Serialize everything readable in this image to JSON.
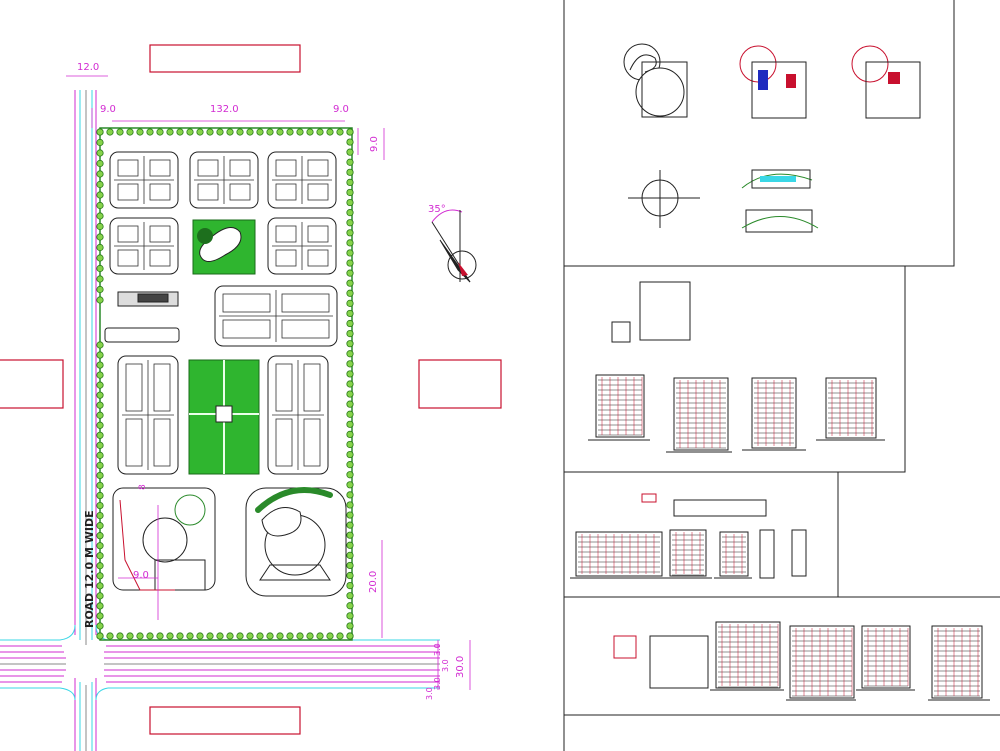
{
  "site_plan": {
    "road_label": "ROAD 12.0 M WIDE",
    "compass_angle": "35°",
    "dimensions": {
      "road_width_top": "12.0",
      "setback_left": "9.0",
      "site_width": "132.0",
      "setback_right": "9.0",
      "setback_top_right": "9.0",
      "lower_block_offset": "9.0",
      "right_offset": "20.0",
      "road_width_right": "30.0",
      "lane_left": "3.0",
      "lane_right": "3.0",
      "inner_a": "3.0",
      "inner_b": "3.0",
      "inner_c": "8"
    }
  },
  "sheet_panels": [
    {
      "name": "plans-and-details"
    },
    {
      "name": "typical-floor-and-elevations"
    },
    {
      "name": "block-elevations"
    },
    {
      "name": "tower-plans-and-elevations"
    }
  ]
}
